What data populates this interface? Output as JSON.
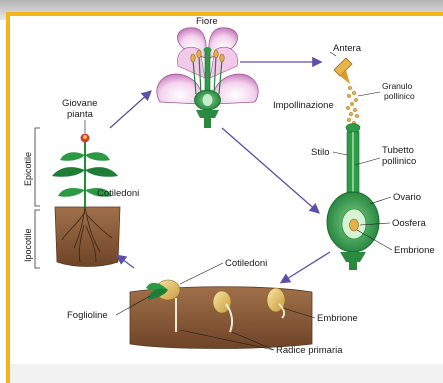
{
  "labels": {
    "fiore": "Fiore",
    "antera": "Antera",
    "granulo": "Granulo",
    "pollinico1": "pollinico",
    "impollinazione": "Impollinazione",
    "stilo": "Stilo",
    "tubetto": "Tubetto",
    "pollinico2": "pollinico",
    "ovario": "Ovario",
    "oosfera": "Oosfera",
    "embrione_right": "Embrione",
    "giovane": "Giovane",
    "pianta": "pianta",
    "cotiledoni_left": "Cotiledoni",
    "epicotile": "Epicotile",
    "ipocotile": "Ipocotile",
    "cotiledoni_bottom": "Cotiledoni",
    "foglioline": "Foglioline",
    "embrione_bottom": "Embrione",
    "radice": "Radice primaria"
  },
  "colors": {
    "frame_border": "#f3b51b",
    "arrow": "#5b4fa8",
    "petal": "#d99ad0",
    "stem": "#1f8a3a",
    "soil": "#8a5a35",
    "pollen": "#e4b24a"
  }
}
